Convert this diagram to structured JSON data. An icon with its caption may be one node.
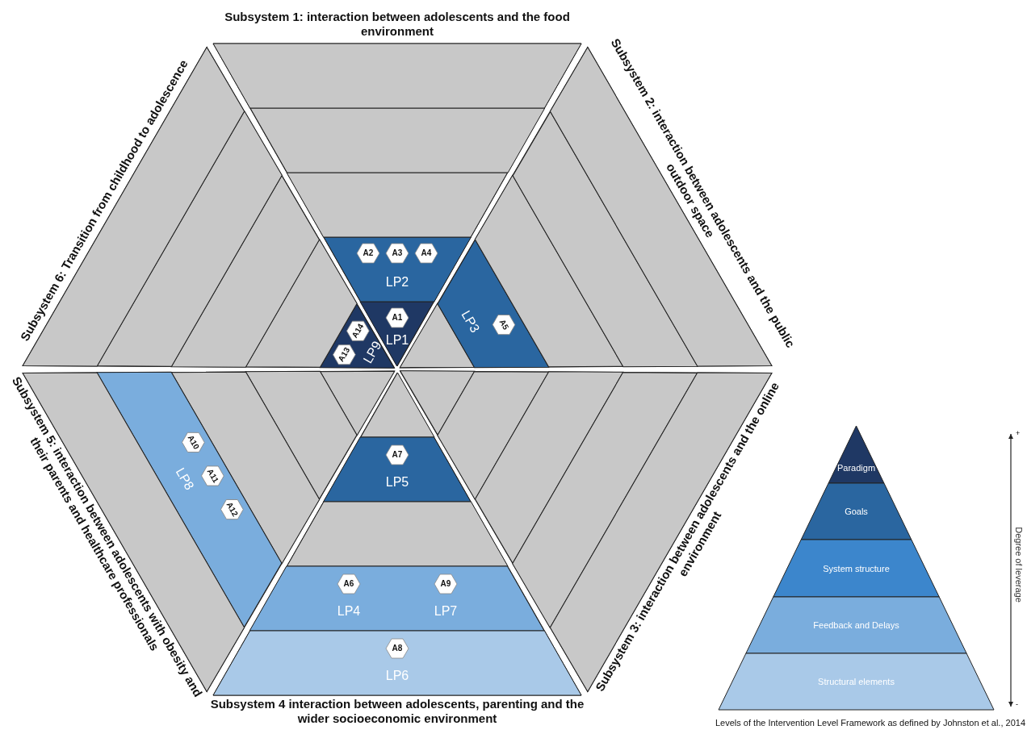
{
  "diagram": {
    "nodes": [
      {
        "text": [
          "Subsystem 1: interaction between adolescents and the food environment"
        ]
      },
      {
        "text": [
          "LP1"
        ],
        "in": 0
      },
      {
        "text": [
          "A1"
        ],
        "in": 1
      },
      {
        "text": [
          "LP2"
        ],
        "in": 0
      },
      {
        "text": [
          "A2"
        ],
        "in": 3
      },
      {
        "text": [
          "A3"
        ],
        "in": 3
      },
      {
        "text": [
          "A4"
        ],
        "in": 3
      },
      {
        "text": [],
        "shape": "trapezoid",
        "in": 0
      },
      {
        "text": [],
        "shape": "trapezoid",
        "in": 0
      },
      {
        "text": [],
        "shape": "trapezoid",
        "in": 0
      },
      {
        "text": [
          "Subsystem 2: interaction between adolescents and the public outdoor space"
        ]
      },
      {
        "text": [],
        "shape": "triangle",
        "in": 10
      },
      {
        "text": [
          "LP3"
        ],
        "in": 10
      },
      {
        "text": [
          "A5"
        ],
        "in": 12
      },
      {
        "text": [],
        "shape": "trapezoid",
        "in": 10
      },
      {
        "text": [],
        "shape": "trapezoid",
        "in": 10
      },
      {
        "text": [],
        "shape": "trapezoid",
        "in": 10
      },
      {
        "text": [
          "Subsystem 3: interaction between adolescents and the online environment"
        ]
      },
      {
        "text": [],
        "shape": "triangle",
        "in": 17
      },
      {
        "text": [],
        "shape": "trapezoid",
        "in": 17
      },
      {
        "text": [],
        "shape": "trapezoid",
        "in": 17
      },
      {
        "text": [],
        "shape": "trapezoid",
        "in": 17
      },
      {
        "text": [],
        "shape": "trapezoid",
        "in": 17
      },
      {
        "text": [
          "Subsystem 4 interaction between adolescents, parenting and the wider socioeconomic environment"
        ]
      },
      {
        "text": [],
        "shape": "triangle",
        "in": 23
      },
      {
        "text": [
          "LP5"
        ],
        "in": 23
      },
      {
        "text": [
          "A7"
        ],
        "in": 25
      },
      {
        "text": [],
        "shape": "trapezoid",
        "in": 23
      },
      {
        "text": [
          "LP4",
          "LP7"
        ],
        "in": 23
      },
      {
        "text": [
          "A6"
        ],
        "in": 28
      },
      {
        "text": [
          "A9"
        ],
        "in": 28
      },
      {
        "text": [
          "LP6"
        ],
        "in": 23
      },
      {
        "text": [
          "A8"
        ],
        "in": 31
      },
      {
        "text": [
          "Subsystem 5: interaction between adolescents with obesity and their parents and healthcare professionals"
        ]
      },
      {
        "text": [],
        "shape": "triangle",
        "in": 33
      },
      {
        "text": [],
        "shape": "trapezoid",
        "in": 33
      },
      {
        "text": [],
        "shape": "trapezoid",
        "in": 33
      },
      {
        "text": [
          "LP8"
        ],
        "in": 33
      },
      {
        "text": [
          "A10"
        ],
        "in": 37
      },
      {
        "text": [
          "A11"
        ],
        "in": 37
      },
      {
        "text": [
          "A12"
        ],
        "in": 37
      },
      {
        "text": [],
        "shape": "trapezoid",
        "in": 33
      },
      {
        "text": [
          "Subsystem 6: Transition from childhood to adolescence"
        ]
      },
      {
        "text": [
          "LP9"
        ],
        "in": 42
      },
      {
        "text": [
          "A14"
        ],
        "in": 43
      },
      {
        "text": [
          "A13"
        ],
        "in": 43
      },
      {
        "text": [],
        "shape": "trapezoid",
        "in": 42
      },
      {
        "text": [],
        "shape": "trapezoid",
        "in": 42
      },
      {
        "text": [],
        "shape": "trapezoid",
        "in": 42
      },
      {
        "text": [],
        "shape": "trapezoid",
        "in": 42
      }
    ],
    "labels": [
      "+",
      "Degree of leverage",
      "-",
      "Levels of the Intervention Level Framework as defined by Johnston et al., 2014"
    ],
    "legend": [
      {
        "text": "Paradigm",
        "color": "#1f3864"
      },
      {
        "text": "Goals",
        "color": "#2a66a0"
      },
      {
        "text": "System structure",
        "color": "#3c86cc"
      },
      {
        "text": "Feedback and Delays",
        "color": "#7aaddd"
      },
      {
        "text": "Structural elements",
        "color": "#a9c9e8"
      }
    ]
  }
}
